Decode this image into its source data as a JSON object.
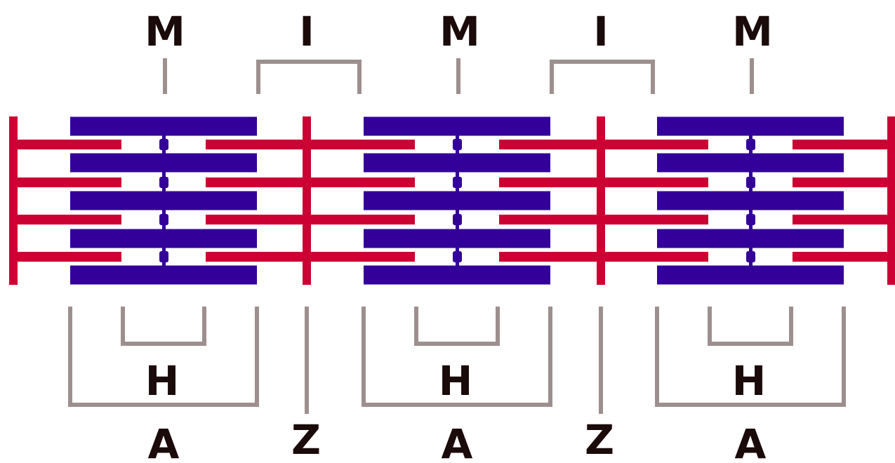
{
  "labels": {
    "m1": "M",
    "i1": "I",
    "m2": "M",
    "i2": "I",
    "m3": "M",
    "h1": "H",
    "h2": "H",
    "h3": "H",
    "a1": "A",
    "z1": "Z",
    "a2": "A",
    "z2": "Z",
    "a3": "A"
  },
  "colors": {
    "thin_filament": "#cc0033",
    "thick_filament": "#330099",
    "bracket": "#9e8f8f",
    "label": "#1a0a0a",
    "background": "#ffffff"
  }
}
